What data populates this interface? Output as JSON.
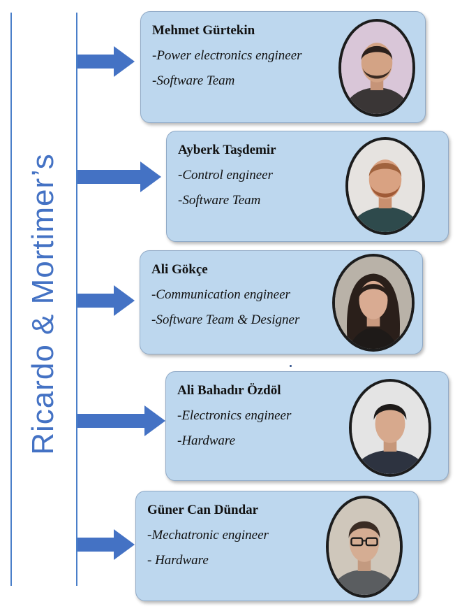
{
  "title": "Ricardo & Mortimer’s",
  "colors": {
    "accent": "#4472c4",
    "card": "#bdd7ee"
  },
  "members": [
    {
      "name": "Mehmet Gürtekin",
      "role": "-Power electronics engineer",
      "team": "-Software Team",
      "icon": "person-photo"
    },
    {
      "name": "Ayberk Taşdemir",
      "role": "-Control engineer",
      "team": "-Software Team",
      "icon": "person-photo"
    },
    {
      "name": "Ali Gökçe",
      "role": "-Communication engineer",
      "team": "-Software Team & Designer",
      "icon": "person-photo"
    },
    {
      "name": "Ali Bahadır Özdöl",
      "role": "-Electronics engineer",
      "team": "-Hardware",
      "icon": "person-photo"
    },
    {
      "name": "Güner Can Dündar",
      "role": "-Mechatronic engineer",
      "team": "- Hardware",
      "icon": "person-photo"
    }
  ]
}
